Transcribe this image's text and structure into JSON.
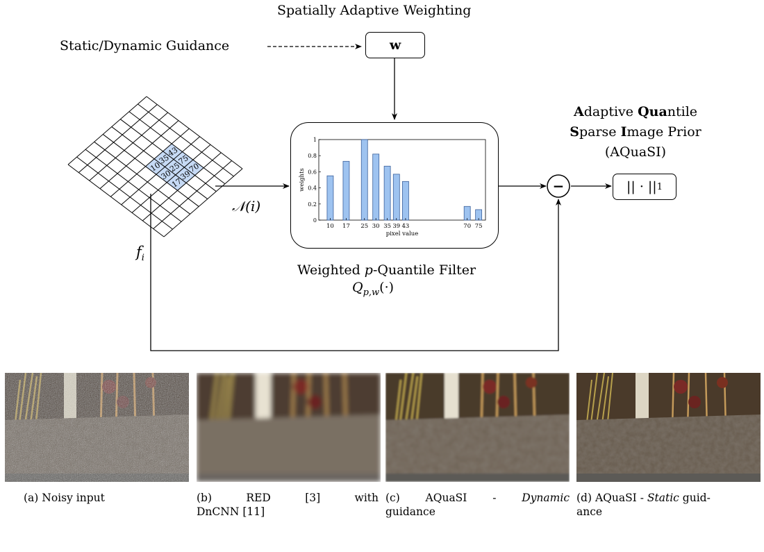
{
  "diagram": {
    "title": "Spatially Adaptive Weighting",
    "guidance_label": "Static/Dynamic Guidance",
    "weight_box_label": "w",
    "neighborhood_label": "𝒩(i)",
    "pixel_label": "f",
    "pixel_label_sub": "i",
    "grid_values": [
      "10",
      "35",
      "43",
      "30",
      "25",
      "75",
      "17",
      "39",
      "70"
    ],
    "aquasi_line1": {
      "b1": "A",
      "t1": "daptive ",
      "b2": "Qua",
      "t2": "ntile"
    },
    "aquasi_line2": {
      "b1": "S",
      "t1": "parse ",
      "b2": "I",
      "t2": "mage Prior"
    },
    "aquasi_line3": "(AQuaSI)",
    "minus_symbol": "−",
    "norm_label": "|| · ||",
    "norm_sub": "1",
    "filter_caption_pre": "Weighted ",
    "filter_caption_p": "p",
    "filter_caption_post": "-Quantile Filter",
    "filter_formula": "Q",
    "filter_formula_sub": "p,w",
    "filter_formula_arg": "(·)"
  },
  "chart_data": {
    "type": "bar",
    "x": [
      10,
      17,
      25,
      30,
      35,
      39,
      43,
      70,
      75
    ],
    "values": [
      0.55,
      0.73,
      1.0,
      0.82,
      0.67,
      0.57,
      0.48,
      0.17,
      0.13
    ],
    "xlabel": "pixel value",
    "ylabel": "weights",
    "xticklabels": [
      "10",
      "17",
      "25",
      "30",
      "35",
      "39",
      "43",
      "70",
      "75"
    ],
    "yticks": [
      "0",
      "0.2",
      "0.4",
      "0.6",
      "0.8",
      "1"
    ],
    "xlim": [
      5,
      78
    ],
    "ylim": [
      0,
      1
    ],
    "bar_color": "#9ec3f0"
  },
  "figures": [
    {
      "id": "a",
      "caption_lines": [
        "(a) Noisy input"
      ]
    },
    {
      "id": "b",
      "caption_lines": [
        "(b) RED [3] with",
        "DnCNN [11]"
      ]
    },
    {
      "id": "c",
      "caption_pre": "(c) AQuaSI - ",
      "caption_em": "Dynamic",
      "caption_line2": "guidance"
    },
    {
      "id": "d",
      "caption_pre": "(d) AQuaSI - ",
      "caption_em": "Static",
      "caption_post": " guid-",
      "caption_line2": "ance"
    }
  ],
  "colors": {
    "cell_highlight": "#c6daf5",
    "bar": "#9ec3f0",
    "bar_stroke": "#3a5f9a"
  }
}
